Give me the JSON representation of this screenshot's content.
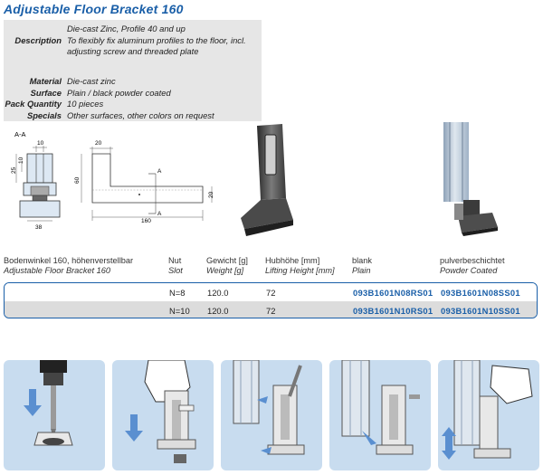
{
  "title": "Adjustable Floor Bracket 160",
  "specs": {
    "description_label": "Description",
    "description_lines": [
      "Die-cast Zinc, Profile 40 and up",
      "To flexibly fix aluminum profiles to the floor, incl.",
      "adjusting screw and threaded plate"
    ],
    "material_label": "Material",
    "material": "Die-cast zinc",
    "surface_label": "Surface",
    "surface": "Plain / black powder coated",
    "pack_label": "Pack Quantity",
    "pack": "10 pieces",
    "specials_label": "Specials",
    "specials": "Other surfaces, other colors on request"
  },
  "drawing": {
    "section": "A-A",
    "dims": {
      "d10_top": "10",
      "d10_side": "10",
      "d25": "25",
      "d38": "38",
      "d20_top": "20",
      "d60": "60",
      "d20_side": "20",
      "d160": "160",
      "a1": "A",
      "a2": "A"
    }
  },
  "table": {
    "headers": [
      {
        "de": "Bodenwinkel 160, höhenverstellbar",
        "en": "Adjustable Floor Bracket 160"
      },
      {
        "de": "Nut",
        "en": "Slot"
      },
      {
        "de": "Gewicht [g]",
        "en": "Weight [g]"
      },
      {
        "de": "Hubhöhe [mm]",
        "en": "Lifting Height [mm]"
      },
      {
        "de": "blank",
        "en": "Plain"
      },
      {
        "de": "pulverbeschichtet",
        "en": "Powder Coated"
      }
    ],
    "rows": [
      {
        "slot": "N=8",
        "weight": "120.0",
        "lift": "72",
        "plain": "093B1601N08RS01",
        "coated": "093B1601N08SS01"
      },
      {
        "slot": "N=10",
        "weight": "120.0",
        "lift": "72",
        "plain": "093B1601N10RS01",
        "coated": "093B1601N10SS01"
      }
    ]
  },
  "colors": {
    "accent": "#1a5fa8",
    "panel": "#c8dcef",
    "spec_bg": "#e6e6e6",
    "row_alt": "#dcdcdc"
  }
}
